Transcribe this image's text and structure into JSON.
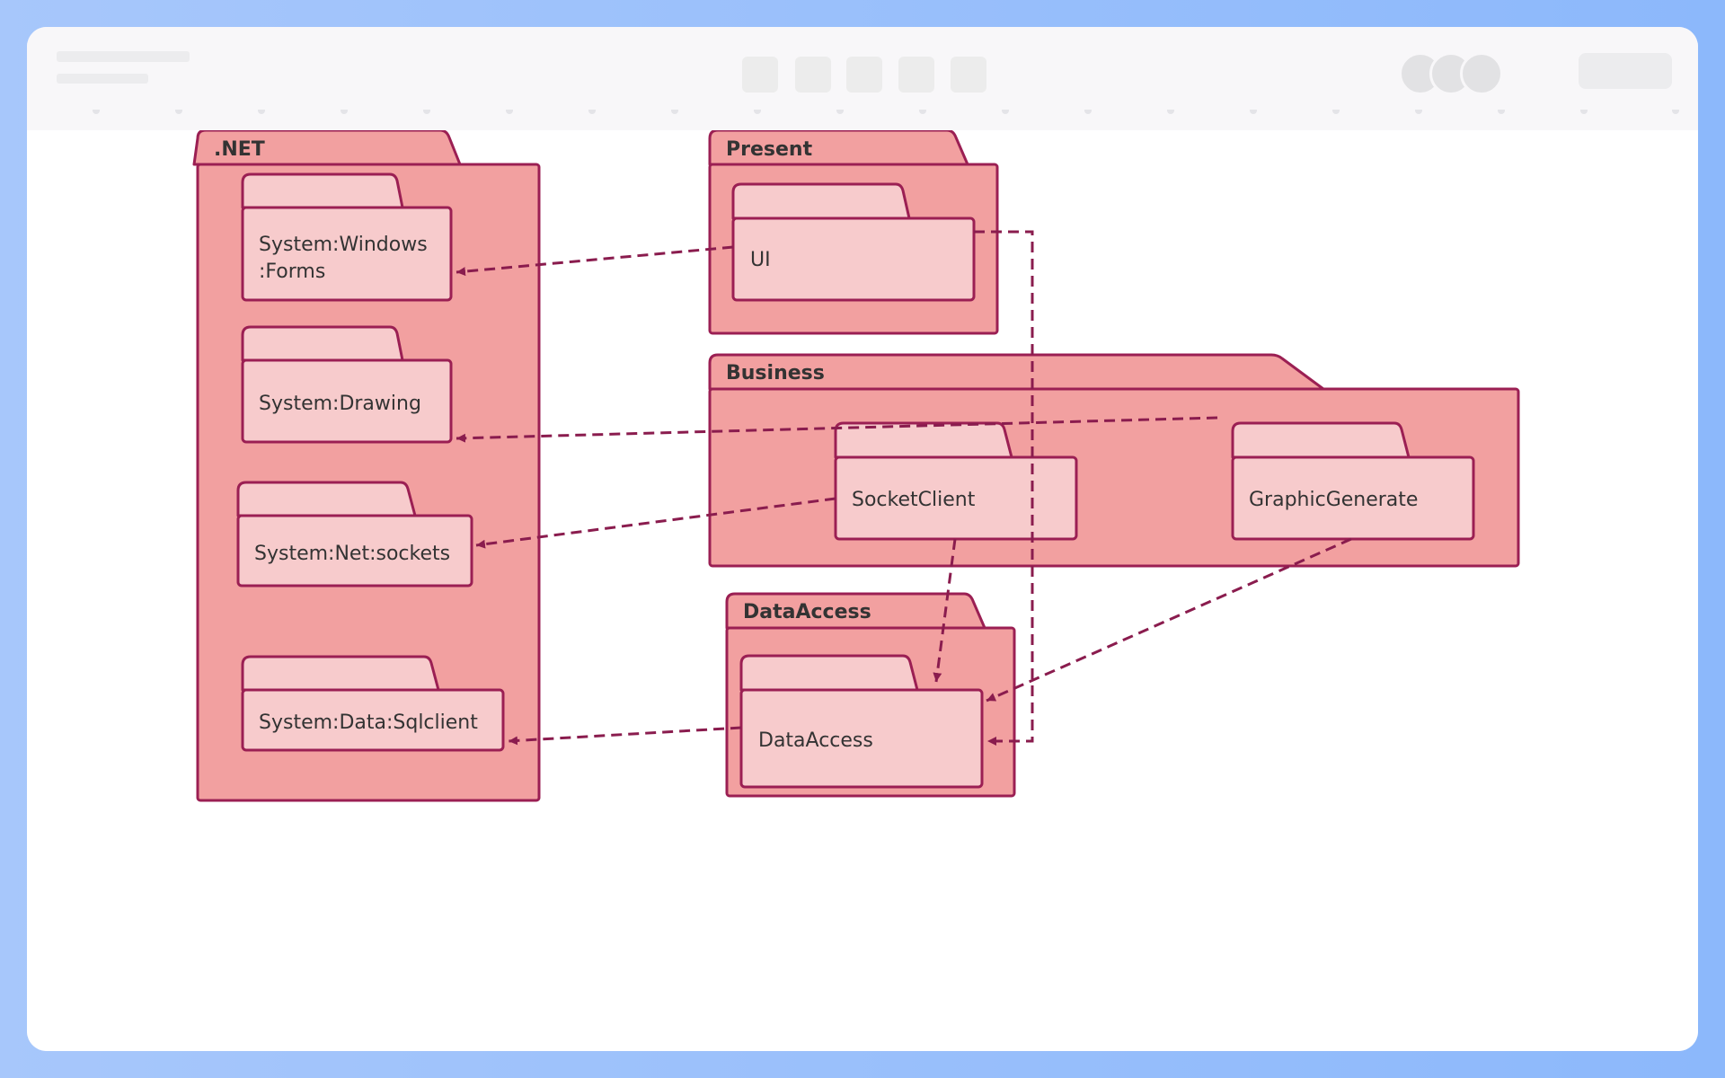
{
  "diagram": {
    "type": "uml-package-diagram",
    "packages": {
      "net": {
        "title": ".NET",
        "children": {
          "windows_forms": {
            "line1": "System:Windows",
            "line2": ":Forms"
          },
          "drawing": {
            "label": "System:Drawing"
          },
          "net_sockets": {
            "label": "System:Net:sockets"
          },
          "sqlclient": {
            "label": "System:Data:Sqlclient"
          }
        }
      },
      "present": {
        "title": "Present",
        "children": {
          "ui": {
            "label": "UI"
          }
        }
      },
      "business": {
        "title": "Business",
        "children": {
          "socket_client": {
            "label": "SocketClient"
          },
          "graphic_generate": {
            "label": "GraphicGenerate"
          }
        }
      },
      "data_access": {
        "title": "DataAccess",
        "children": {
          "data_access": {
            "label": "DataAccess"
          }
        }
      }
    },
    "dependencies": [
      {
        "from": "UI",
        "to": "System:Windows:Forms"
      },
      {
        "from": "UI",
        "to": "DataAccess"
      },
      {
        "from": "Business",
        "to": "System:Drawing"
      },
      {
        "from": "SocketClient",
        "to": "System:Net:sockets"
      },
      {
        "from": "SocketClient",
        "to": "DataAccess"
      },
      {
        "from": "GraphicGenerate",
        "to": "DataAccess"
      },
      {
        "from": "DataAccess",
        "to": "System:Data:Sqlclient"
      }
    ],
    "colors": {
      "package_fill": "#f2a0a0",
      "inner_fill": "#f7cbcc",
      "border": "#9b1f53",
      "arrow": "#8a1c4e",
      "text": "#333333"
    }
  }
}
